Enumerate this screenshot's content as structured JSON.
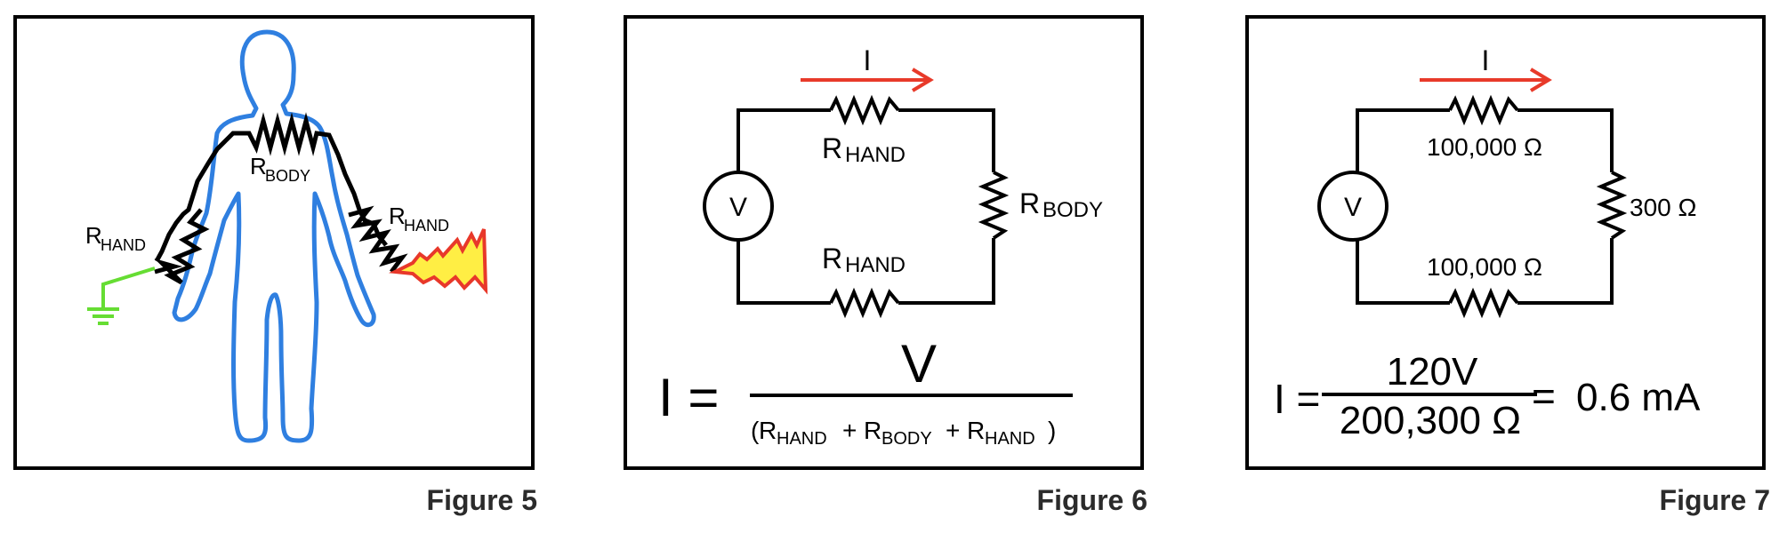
{
  "figure5": {
    "caption": "Figure 5",
    "labels": {
      "r_hand_left": {
        "main": "R",
        "sub": "HAND"
      },
      "r_body": {
        "main": "R",
        "sub": "BODY"
      },
      "r_hand_right": {
        "main": "R",
        "sub": "HAND"
      }
    }
  },
  "figure6": {
    "caption": "Figure 6",
    "current_label": "I",
    "source_label": "V",
    "r_hand_top": {
      "main": "R",
      "sub": "HAND"
    },
    "r_body": {
      "main": "R",
      "sub": "BODY"
    },
    "r_hand_bottom": {
      "main": "R",
      "sub": "HAND"
    },
    "formula": {
      "lhs": "I =",
      "numerator": "V",
      "open_paren": "(",
      "close_paren": ")",
      "plus": "+",
      "r": "R",
      "sub_hand": "HAND",
      "sub_body": "BODY"
    }
  },
  "figure7": {
    "caption": "Figure 7",
    "current_label": "I",
    "source_label": "V",
    "r_top_value": "100,000 Ω",
    "r_right_value": "300 Ω",
    "r_bottom_value": "100,000 Ω",
    "formula": {
      "lhs": "I =",
      "numerator": "120V",
      "denominator": "200,300 Ω",
      "equals": "=",
      "result": "0.6 mA"
    }
  },
  "colors": {
    "frame": "#000000",
    "body_outline": "#2f7fe0",
    "ground_wire": "#66dd33",
    "current_arrow": "#e83a2a",
    "spark_fill": "#ffee44",
    "spark_stroke": "#e8382a"
  }
}
